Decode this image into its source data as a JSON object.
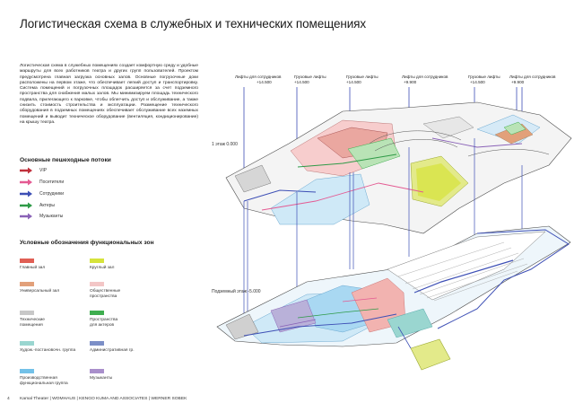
{
  "title": "Логистическая схема в служебных и технических помещениях",
  "description": "Логистическая схема в служебных помещениях создает комфортную среду и удобные маршруты для всех работников театра и других групп пользователей. Проектом предусмотрена главная загрузка основных залов. Основные погрузочные доки расположены на первом этаже, что обеспечивает легкий доступ и транспортировку. Система помещений и погрузочных площадок расширяется за счет подземного пространства для снабжения малых залов. Мы минимизируем площадь технического подвала, прилегающего к парковке, чтобы облегчить доступ и обслуживание, а также снизить стоимость строительства и эксплуатации. Размещение технического оборудования в подземных помещениях обеспечивает обслуживание всех наземных помещений и выводит техническое оборудование (вентиляция, кондиционирование) на крышу театра.",
  "flows": {
    "heading": "Основные пешеходные потоки",
    "items": [
      {
        "label": "VIP",
        "color": "#c0303c"
      },
      {
        "label": "Посетители",
        "color": "#e45a92"
      },
      {
        "label": "Сотрудники",
        "color": "#3d4fb5"
      },
      {
        "label": "Актеры",
        "color": "#2e9a47"
      },
      {
        "label": "Музыканты",
        "color": "#8a62b7"
      }
    ]
  },
  "zones": {
    "heading": "Условные обозначения функциональных зон",
    "items": [
      {
        "label": "Главный зал",
        "color": "#e05f55"
      },
      {
        "label": "Круглый зал",
        "color": "#d6e33b"
      },
      {
        "label": "Универсальный зал",
        "color": "#e2a07a"
      },
      {
        "label": "Общественные\nпространства",
        "color": "#f3c6c6"
      },
      {
        "label": "Технические\nпомещения",
        "color": "#c8c8c8"
      },
      {
        "label": "Пространства\nдля актеров",
        "color": "#3fae4f"
      },
      {
        "label": "Худож.-постановочн. группа",
        "color": "#9ad6d0"
      },
      {
        "label": "Административная гр.",
        "color": "#7c8fc7"
      },
      {
        "label": "Производственная\nфункциональная группа",
        "color": "#73c1e8"
      },
      {
        "label": "Музыканты",
        "color": "#a98fcb"
      }
    ]
  },
  "diagram": {
    "top_labels": [
      {
        "line1": "Лифты для сотрудников",
        "line2": "+14.500"
      },
      {
        "line1": "Грузовые лифты",
        "line2": "+14.500"
      },
      {
        "line1": "Грузовые лифты",
        "line2": "+14.500"
      },
      {
        "line1": "Лифты для сотрудников",
        "line2": "+9.900"
      },
      {
        "line1": "Грузовые лифты",
        "line2": "+14.500"
      },
      {
        "line1": "Лифты для сотрудников",
        "line2": "+9.900"
      }
    ],
    "floor1": "1 этаж 0.000",
    "basement": "Подземный этаж -5.000"
  },
  "footer": {
    "page": "4",
    "text": "Kamal Theater | WOMHAUS | KENGO KUMA AND ASSOCIATES | WERNER SOBEK"
  }
}
